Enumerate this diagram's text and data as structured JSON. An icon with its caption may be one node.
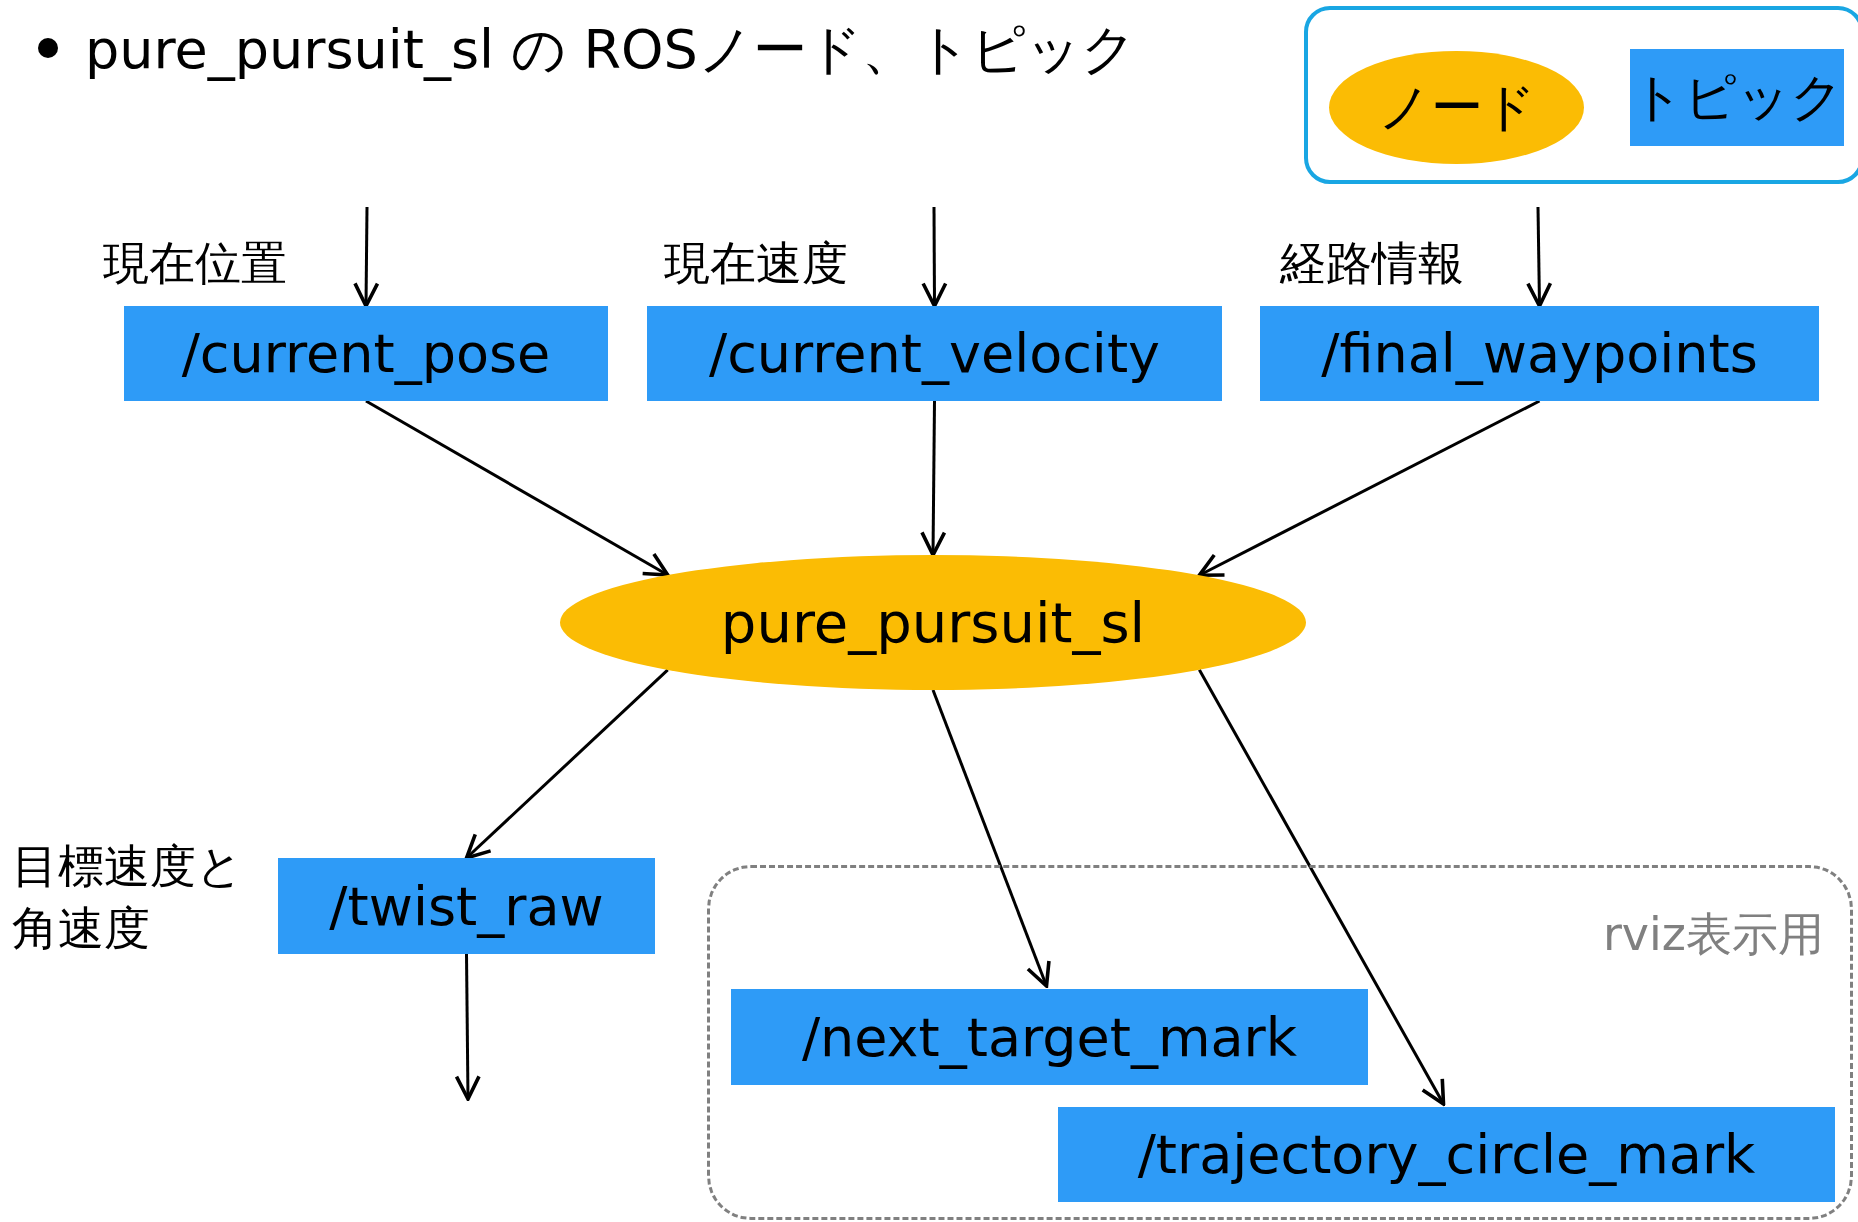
{
  "diagram": {
    "title": "pure_pursuit_sl の ROSノード、トピック",
    "nodes": [
      {
        "text": [],
        "shape": "box"
      },
      {
        "text": [
          "ノード"
        ],
        "in": 0
      },
      {
        "text": [
          "トピック"
        ],
        "in": 0
      },
      {
        "text": [
          "/current_pose"
        ]
      },
      {
        "text": [
          "/current_velocity"
        ]
      },
      {
        "text": [
          "/final_waypoints"
        ]
      },
      {
        "text": [
          "pure_pursuit_sl"
        ]
      },
      {
        "text": [
          "/twist_raw"
        ],
        "beside": [
          "目標速度と角速度"
        ]
      },
      {
        "text": [
          "rviz表示用"
        ]
      },
      {
        "text": [
          "/next_target_mark"
        ],
        "in": 8
      },
      {
        "text": [
          "/trajectory_circle_mark"
        ],
        "in": 8
      }
    ],
    "edges": [
      {
        "from": null,
        "to": 3,
        "arrow": "to",
        "label": "現在位置"
      },
      {
        "from": null,
        "to": 4,
        "arrow": "to",
        "label": "現在速度"
      },
      {
        "from": null,
        "to": 5,
        "arrow": "to",
        "label": "経路情報"
      },
      {
        "from": 3,
        "to": 6,
        "arrow": "to"
      },
      {
        "from": 4,
        "to": 6,
        "arrow": "to"
      },
      {
        "from": 5,
        "to": 6,
        "arrow": "to"
      },
      {
        "from": 6,
        "to": 7,
        "arrow": "to"
      },
      {
        "from": 6,
        "to": 9,
        "arrow": "to"
      },
      {
        "from": 6,
        "to": 10,
        "arrow": "to"
      },
      {
        "from": 7,
        "to": null,
        "arrow": "to"
      }
    ]
  }
}
